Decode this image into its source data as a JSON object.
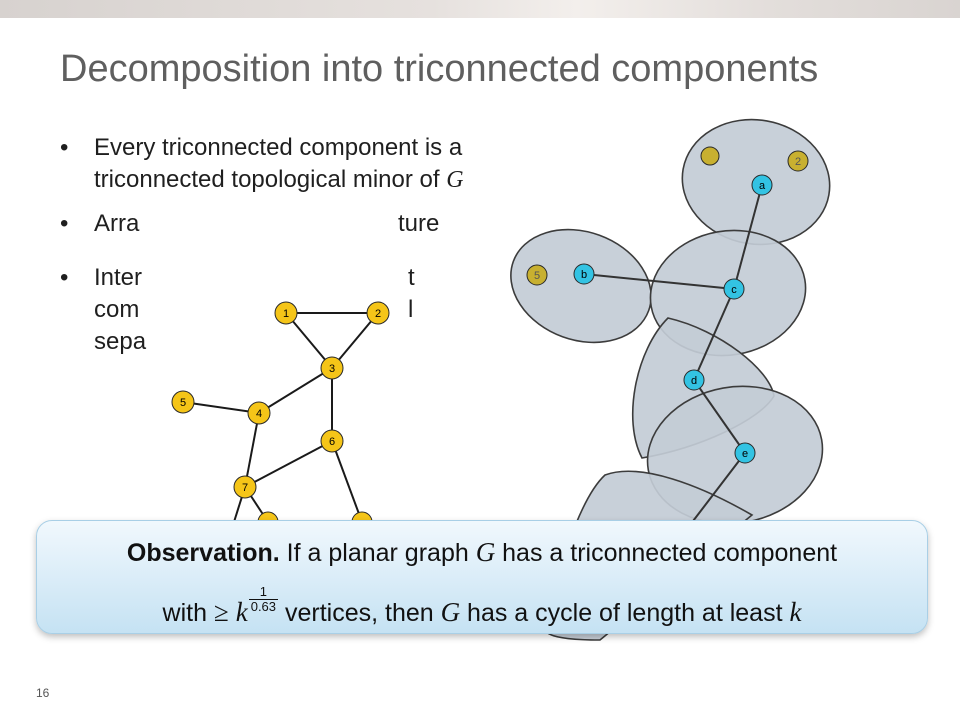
{
  "title": "Decomposition into triconnected components",
  "bullets": {
    "b1_text": "Every triconnected component is a triconnected topological minor of ",
    "b1_var": "G",
    "b2_text": "Arra",
    "b2_tail": "ture",
    "b3_line1": "Inter",
    "b3_line1_tail": "t",
    "b3_line2": "com",
    "b3_line2_tail": "l",
    "b3_line3": "sepa"
  },
  "graph_nodes": [
    "1",
    "2",
    "3",
    "4",
    "5",
    "6",
    "7"
  ],
  "tree_nodes": [
    "a",
    "b",
    "c",
    "d",
    "e"
  ],
  "tree_leaves": [
    "5",
    "2"
  ],
  "observation": {
    "lead": "Observation.",
    "text1": " If a planar graph ",
    "var_g": "G",
    "text2": " has a triconnected component",
    "with": "with ",
    "geq": "≥",
    "var_k": "k",
    "exp_num": "1",
    "exp_den": "0.63",
    "text3": " vertices, then ",
    "var_g2": "G",
    "text4": " has a cycle of length at least ",
    "var_k2": "k"
  },
  "page_number": "16",
  "colors": {
    "vertex": "#f5c518",
    "tree_vertex": "#33c3e3",
    "blob": "#c3ccd6",
    "callout": "#c5e2f3"
  }
}
